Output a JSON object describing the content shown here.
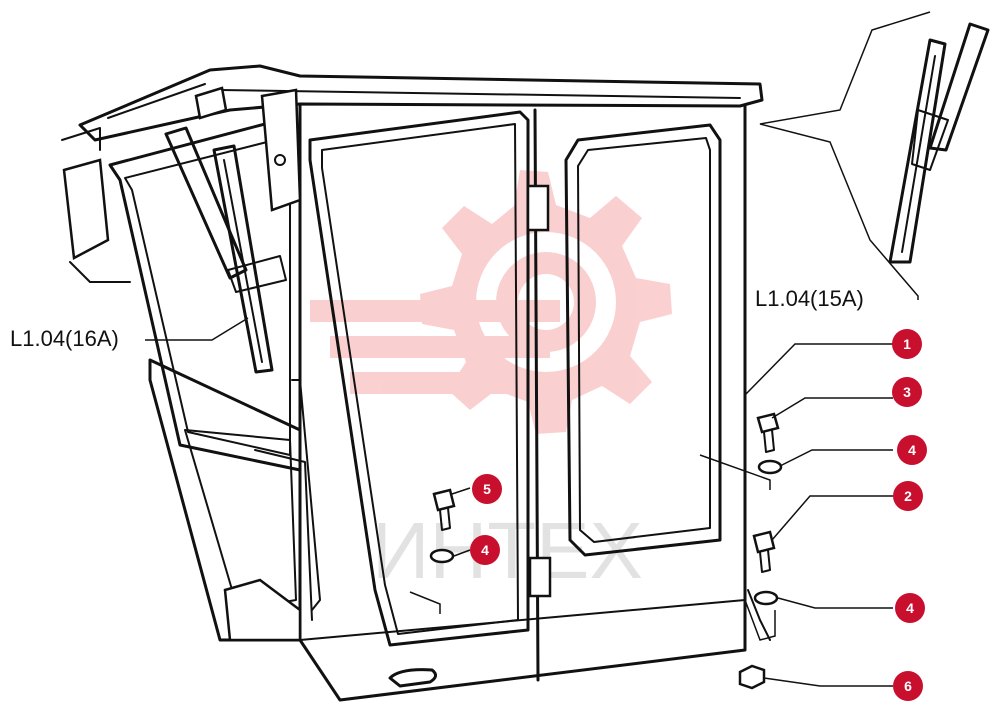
{
  "labels": {
    "ref_left": "L1.04(16A)",
    "ref_right": "L1.04(15A)",
    "watermark": "ИНТЕХ"
  },
  "callouts": [
    {
      "num": "1"
    },
    {
      "num": "3"
    },
    {
      "num": "4"
    },
    {
      "num": "2"
    },
    {
      "num": "4"
    },
    {
      "num": "6"
    },
    {
      "num": "5"
    },
    {
      "num": "4"
    }
  ],
  "colors": {
    "callout": "#c8102e",
    "watermark": "#e8282c",
    "line": "#111111"
  }
}
